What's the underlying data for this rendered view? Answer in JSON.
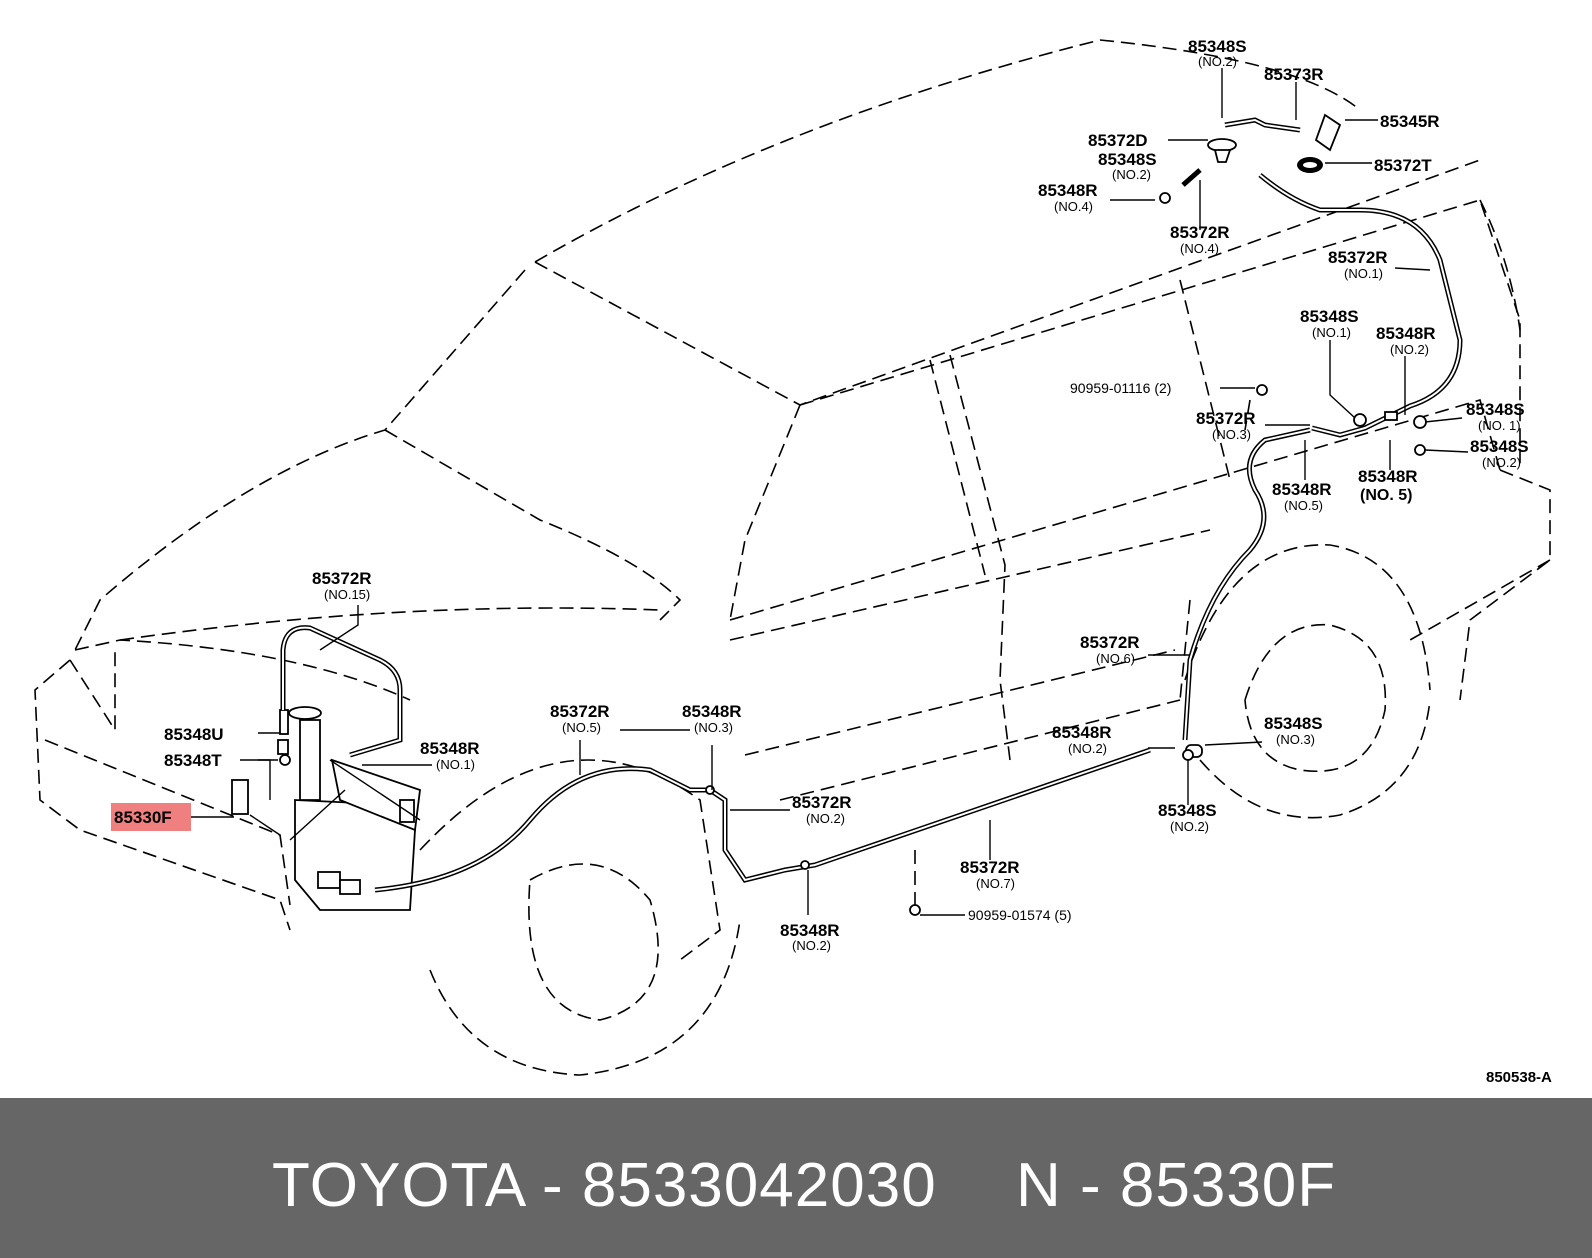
{
  "diagram": {
    "code": "850538-A",
    "highlight_color": "#f08080",
    "highlighted_part": "85330F",
    "labels": [
      {
        "id": "l1",
        "part": "85348S",
        "sub": "(NO.2)"
      },
      {
        "id": "l2",
        "part": "85373R",
        "sub": ""
      },
      {
        "id": "l3",
        "part": "85345R",
        "sub": ""
      },
      {
        "id": "l4",
        "part": "85372D",
        "sub": ""
      },
      {
        "id": "l5",
        "part": "85348S",
        "sub": "(NO.2)"
      },
      {
        "id": "l6",
        "part": "85372T",
        "sub": ""
      },
      {
        "id": "l7",
        "part": "85348R",
        "sub": "(NO.4)"
      },
      {
        "id": "l8",
        "part": "85372R",
        "sub": "(NO.4)"
      },
      {
        "id": "l9",
        "part": "85372R",
        "sub": "(NO.1)"
      },
      {
        "id": "l10",
        "part": "85348S",
        "sub": "(NO.1)"
      },
      {
        "id": "l11",
        "part": "85348R",
        "sub": "(NO.2)"
      },
      {
        "id": "l12",
        "part": "90959-01116 (2)",
        "sub": ""
      },
      {
        "id": "l13",
        "part": "85372R",
        "sub": "(NO.3)"
      },
      {
        "id": "l14",
        "part": "85348S",
        "sub": "(NO. 1)"
      },
      {
        "id": "l15",
        "part": "85348S",
        "sub": "(NO.2)"
      },
      {
        "id": "l16",
        "part": "85348R",
        "sub": "(NO.5)"
      },
      {
        "id": "l17",
        "part": "85348R",
        "sub": "(NO. 5)"
      },
      {
        "id": "l18",
        "part": "85372R",
        "sub": "(NO.15)"
      },
      {
        "id": "l19",
        "part": "85372R",
        "sub": "(NO.6)"
      },
      {
        "id": "l20",
        "part": "85348U",
        "sub": ""
      },
      {
        "id": "l21",
        "part": "85348T",
        "sub": ""
      },
      {
        "id": "l22",
        "part": "85348R",
        "sub": "(NO.1)"
      },
      {
        "id": "l23",
        "part": "85372R",
        "sub": "(NO.5)"
      },
      {
        "id": "l24",
        "part": "85348R",
        "sub": "(NO.3)"
      },
      {
        "id": "l25",
        "part": "85348R",
        "sub": "(NO.2)"
      },
      {
        "id": "l26",
        "part": "85348S",
        "sub": "(NO.3)"
      },
      {
        "id": "l27",
        "part": "85330F",
        "sub": ""
      },
      {
        "id": "l28",
        "part": "85372R",
        "sub": "(NO.2)"
      },
      {
        "id": "l29",
        "part": "85348S",
        "sub": "(NO.2)"
      },
      {
        "id": "l30",
        "part": "85372R",
        "sub": "(NO.7)"
      },
      {
        "id": "l31",
        "part": "85348R",
        "sub": "(NO.2)"
      },
      {
        "id": "l32",
        "part": "90959-01574 (5)",
        "sub": ""
      }
    ]
  },
  "footer": {
    "left": "TOYOTA - 8533042030",
    "right": "N - 85330F"
  }
}
